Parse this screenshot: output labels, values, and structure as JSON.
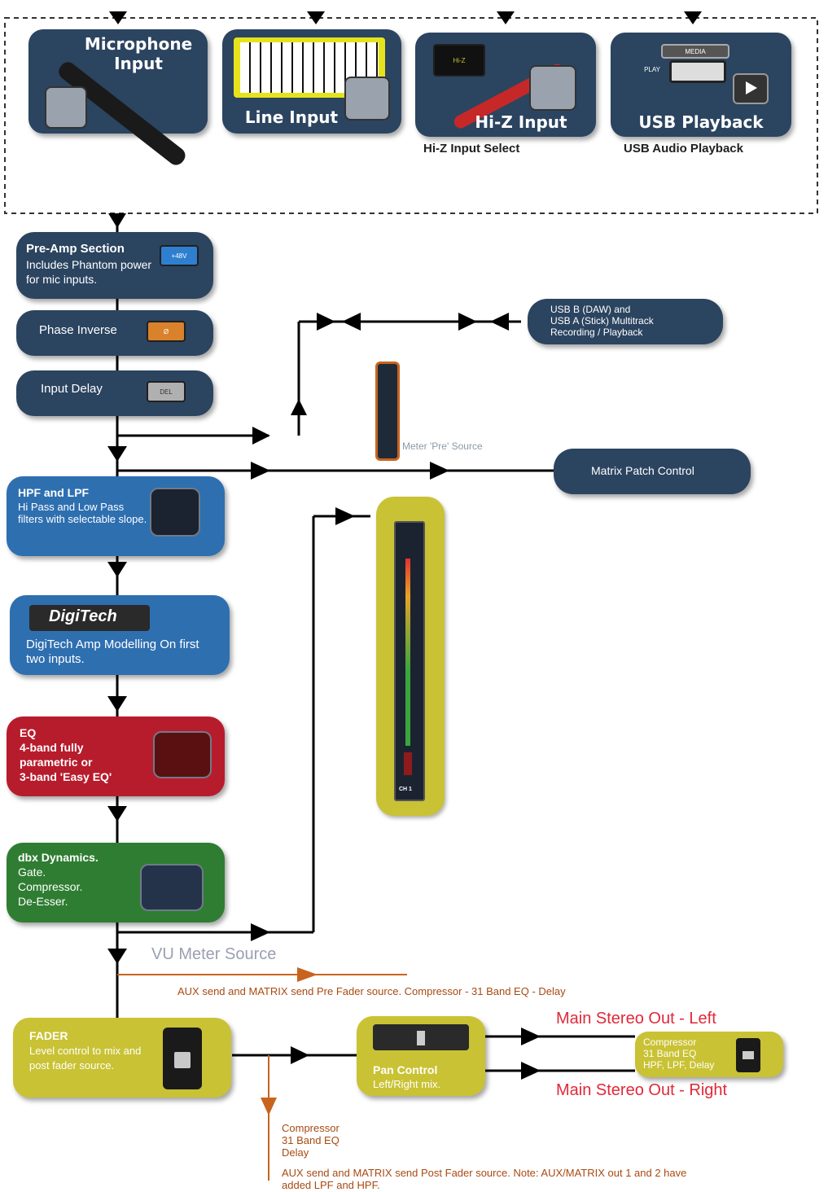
{
  "sources": {
    "mic": "Microphone Input",
    "line": "Line Input",
    "hiz": "Hi-Z Input",
    "hiz_caption": "Hi-Z Input Select",
    "usb": "USB Playback",
    "usb_caption": "USB Audio Playback",
    "usb_media": "MEDIA",
    "usb_play": "PLAY",
    "hiz_chip": "Hi-Z"
  },
  "preamp": {
    "title": "Pre-Amp Section",
    "body": "Includes Phantom power for mic inputs.",
    "chip": "+48V"
  },
  "phase": {
    "label": "Phase Inverse",
    "chip": "Ø"
  },
  "delay": {
    "label": "Input Delay",
    "chip": "DEL"
  },
  "usb_rec": {
    "line1": "USB B (DAW) and",
    "line2": "USB A (Stick) Multitrack",
    "line3": "Recording / Playback"
  },
  "meter_pre": "Meter 'Pre' Source",
  "matrix": "Matrix Patch Control",
  "filters": {
    "title": "HPF and LPF",
    "body": "Hi Pass and Low Pass filters with selectable slope."
  },
  "digitech": {
    "logo": "DigiTech",
    "body": "DigiTech Amp Modelling On first two inputs."
  },
  "eq": {
    "line1": "EQ",
    "line2": "4-band fully",
    "line3": "parametric or",
    "line4": "3-band 'Easy EQ'"
  },
  "dynamics": {
    "title": "dbx Dynamics.",
    "line1": "Gate.",
    "line2": "Compressor.",
    "line3": "De-Esser."
  },
  "vu": {
    "label": "VU Meter Source",
    "channel": "CH 1"
  },
  "aux_pre": "AUX send and MATRIX send Pre Fader source. Compressor - 31 Band EQ - Delay",
  "fader": {
    "title": "FADER",
    "body": "Level control to mix and post fader source."
  },
  "pan": {
    "title": "Pan Control",
    "body": "Left/Right mix."
  },
  "main_left": "Main Stereo Out - Left",
  "main_right": "Main Stereo Out - Right",
  "output_box": {
    "line1": "Compressor",
    "line2": "31 Band EQ",
    "line3": "HPF, LPF, Delay"
  },
  "post_fx": {
    "line1": "Compressor",
    "line2": "31 Band EQ",
    "line3": "Delay"
  },
  "aux_post": {
    "line1": "AUX send and MATRIX send Post Fader source. Note: AUX/MATRIX out 1 and 2 have",
    "line2": "added LPF and HPF."
  },
  "colors": {
    "navy": "#2b4460",
    "blue": "#2e6fb0",
    "red": "#b71c2c",
    "green": "#2f7d32",
    "yellow": "#c9c234",
    "orange": "#c8641e",
    "red_text": "#e0283a"
  }
}
